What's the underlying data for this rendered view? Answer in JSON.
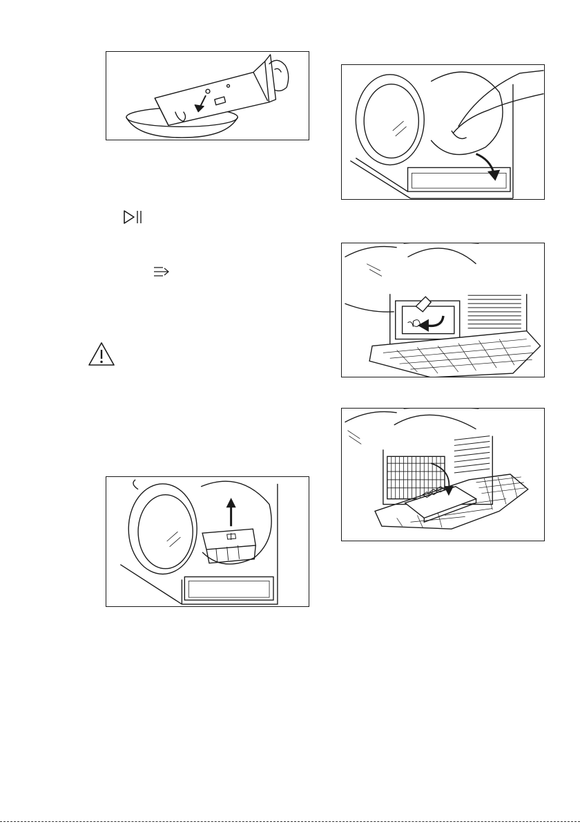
{
  "page": {
    "background": "#ffffff",
    "ink": "#1a1a1a"
  },
  "icons": {
    "start_pause": "start-pause-icon",
    "drying_option": "drying-option-icon",
    "warning": "warning-triangle-icon"
  },
  "figures": [
    {
      "id": "fig-empty-container",
      "depicts": "water-container-emptying"
    },
    {
      "id": "fig-open-door",
      "depicts": "opening-plinth-door"
    },
    {
      "id": "fig-unlock-cover",
      "depicts": "turning-heat-exchanger-lever"
    },
    {
      "id": "fig-open-cover",
      "depicts": "lowering-heat-exchanger-cover"
    },
    {
      "id": "fig-remove-filter",
      "depicts": "lifting-fluff-filter"
    }
  ]
}
